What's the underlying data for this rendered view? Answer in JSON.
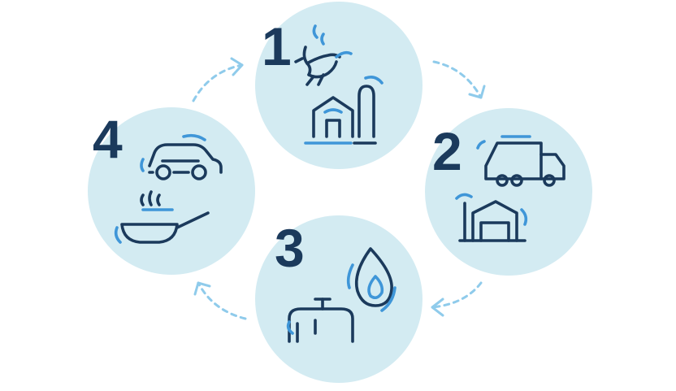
{
  "colors": {
    "circle_fill": "#d3ebf2",
    "number_color": "#1b3a5c",
    "icon_dark": "#1b3a5c",
    "icon_accent": "#3f96d8",
    "arrow_color": "#8fcbeb"
  },
  "steps": [
    {
      "number": "1",
      "icons": [
        "cow-icon",
        "barn-silo-icon"
      ]
    },
    {
      "number": "2",
      "icons": [
        "truck-icon",
        "biogas-digester-icon"
      ]
    },
    {
      "number": "3",
      "icons": [
        "gas-pipe-icon",
        "gas-flame-icon"
      ]
    },
    {
      "number": "4",
      "icons": [
        "car-icon",
        "frying-pan-icon"
      ]
    }
  ]
}
